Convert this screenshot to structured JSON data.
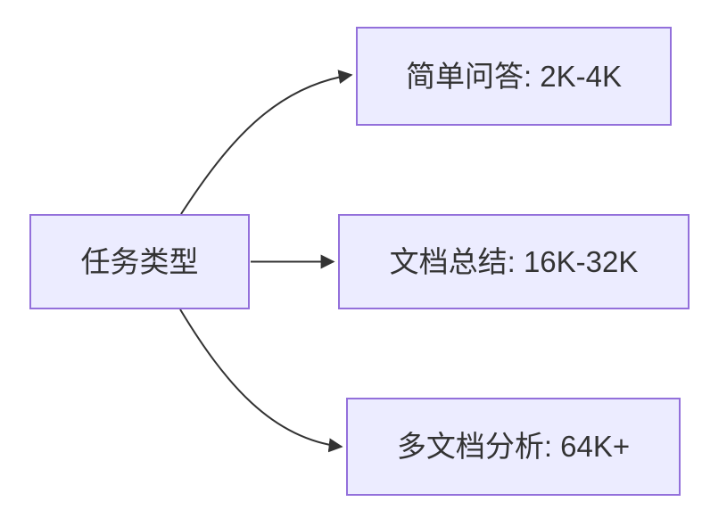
{
  "diagram": {
    "type": "flowchart",
    "direction": "left-to-right",
    "root": {
      "label": "任务类型"
    },
    "branches": [
      {
        "label": "简单问答: 2K-4K"
      },
      {
        "label": "文档总结: 16K-32K"
      },
      {
        "label": "多文档分析: 64K+"
      }
    ],
    "edges": [
      {
        "from": "任务类型",
        "to": "简单问答: 2K-4K",
        "style": "curved"
      },
      {
        "from": "任务类型",
        "to": "文档总结: 16K-32K",
        "style": "straight"
      },
      {
        "from": "任务类型",
        "to": "多文档分析: 64K+",
        "style": "curved"
      }
    ],
    "colors": {
      "node_fill": "#ECECFF",
      "node_border": "#9370DB",
      "edge_stroke": "#333333",
      "text": "#333333",
      "background": "#FFFFFF"
    }
  }
}
